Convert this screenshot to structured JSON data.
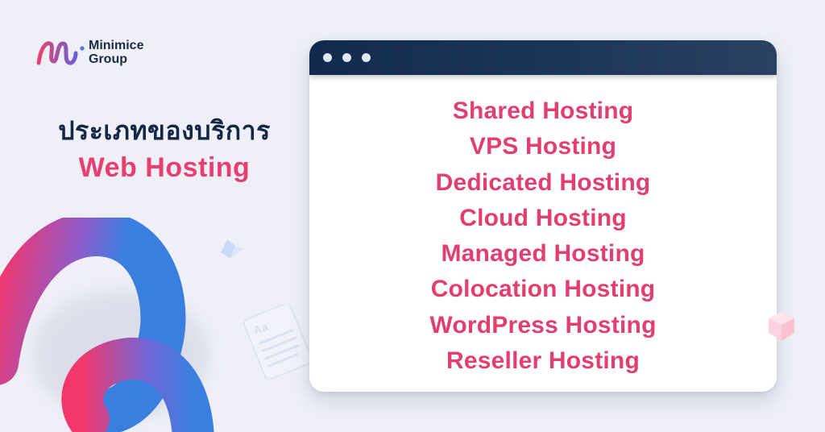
{
  "brand": {
    "name_line1": "Minimice",
    "name_line2": "Group",
    "logo_icon": "minimice-m-logo-icon"
  },
  "headline": {
    "thai": "ประเภทของบริการ",
    "english": "Web Hosting"
  },
  "window": {
    "titlebar_dots": [
      "dot",
      "dot",
      "dot"
    ],
    "hosting_types": [
      "Shared Hosting",
      "VPS Hosting",
      "Dedicated Hosting",
      "Cloud Hosting",
      "Managed Hosting",
      "Colocation Hosting",
      "WordPress Hosting",
      "Reseller Hosting"
    ]
  },
  "decorations": {
    "doc_label": "Aa"
  },
  "colors": {
    "background": "#eff0f7",
    "navy": "#142744",
    "accent_pink": "#e93f70",
    "titlebar": "#112a4e",
    "swirl_pink": "#f2376d",
    "swirl_blue": "#3a7fe0"
  }
}
